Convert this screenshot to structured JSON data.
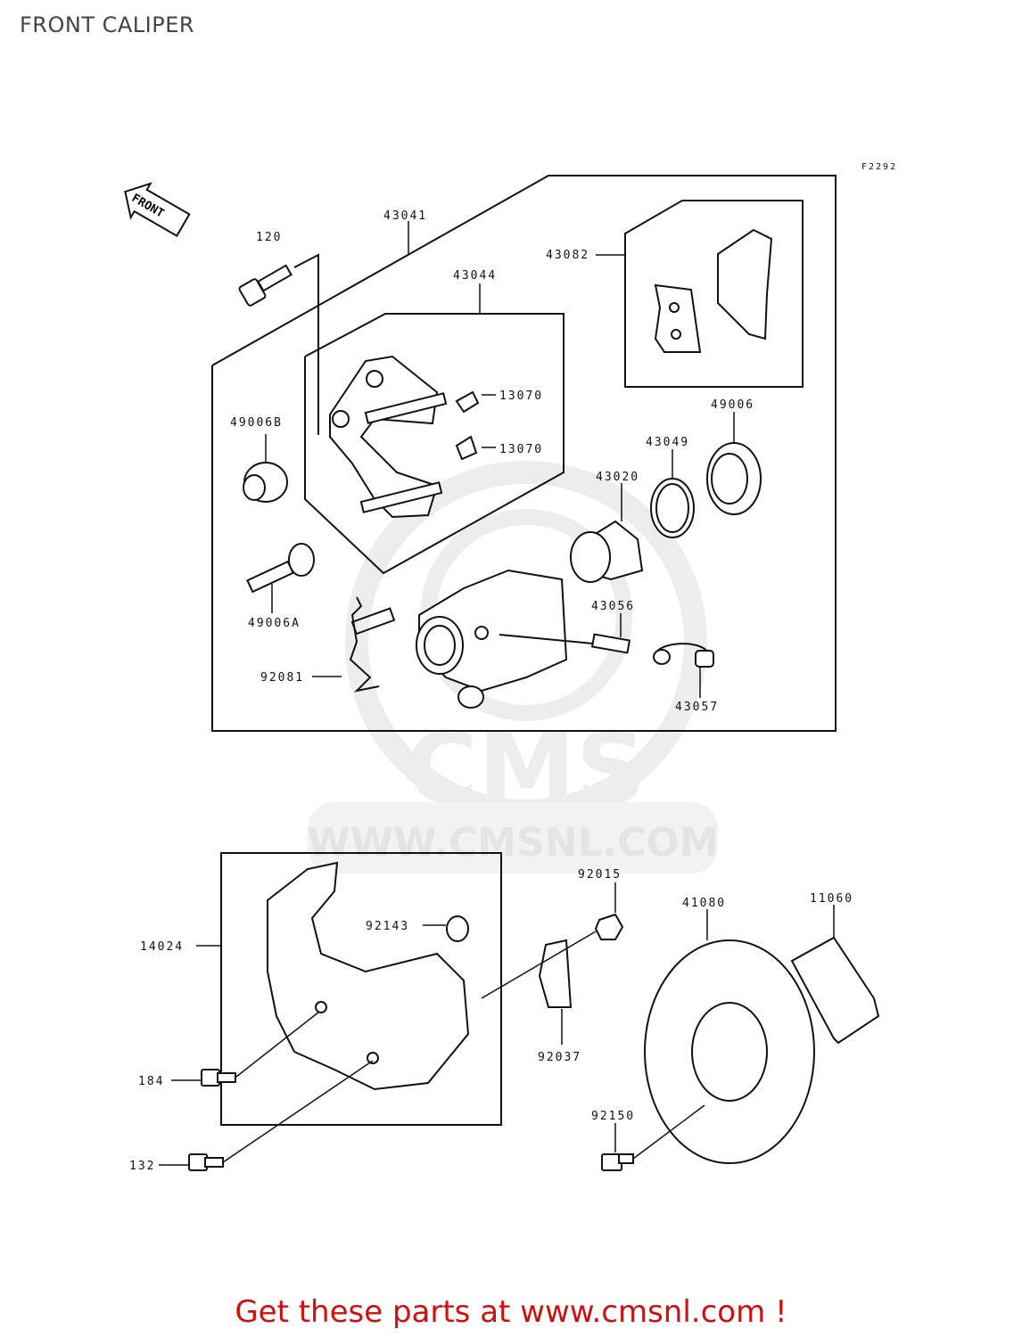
{
  "page": {
    "title": "FRONT CALIPER",
    "figure_code": "F2292"
  },
  "direction_arrow": {
    "label": "FRONT"
  },
  "parts": [
    {
      "id": "p1",
      "number": "43041"
    },
    {
      "id": "p2",
      "number": "120"
    },
    {
      "id": "p3",
      "number": "43044"
    },
    {
      "id": "p4",
      "number": "43082"
    },
    {
      "id": "p5",
      "number": "13070"
    },
    {
      "id": "p6",
      "number": "13070"
    },
    {
      "id": "p7",
      "number": "49006B"
    },
    {
      "id": "p8",
      "number": "49006"
    },
    {
      "id": "p9",
      "number": "43049"
    },
    {
      "id": "p10",
      "number": "43020"
    },
    {
      "id": "p11",
      "number": "49006A"
    },
    {
      "id": "p12",
      "number": "43056"
    },
    {
      "id": "p13",
      "number": "92081"
    },
    {
      "id": "p14",
      "number": "43057"
    },
    {
      "id": "p15",
      "number": "92015"
    },
    {
      "id": "p16",
      "number": "41080"
    },
    {
      "id": "p17",
      "number": "11060"
    },
    {
      "id": "p18",
      "number": "92143"
    },
    {
      "id": "p19",
      "number": "14024"
    },
    {
      "id": "p20",
      "number": "92037"
    },
    {
      "id": "p21",
      "number": "184"
    },
    {
      "id": "p22",
      "number": "92150"
    },
    {
      "id": "p23",
      "number": "132"
    }
  ],
  "watermark": {
    "brand": "CMS",
    "url": "WWW.CMSNL.COM"
  },
  "footer": {
    "cta": "Get these parts at www.cmsnl.com !"
  },
  "colors": {
    "cta": "#cc1111",
    "line": "#111111",
    "watermark": "#e6e6e6"
  }
}
